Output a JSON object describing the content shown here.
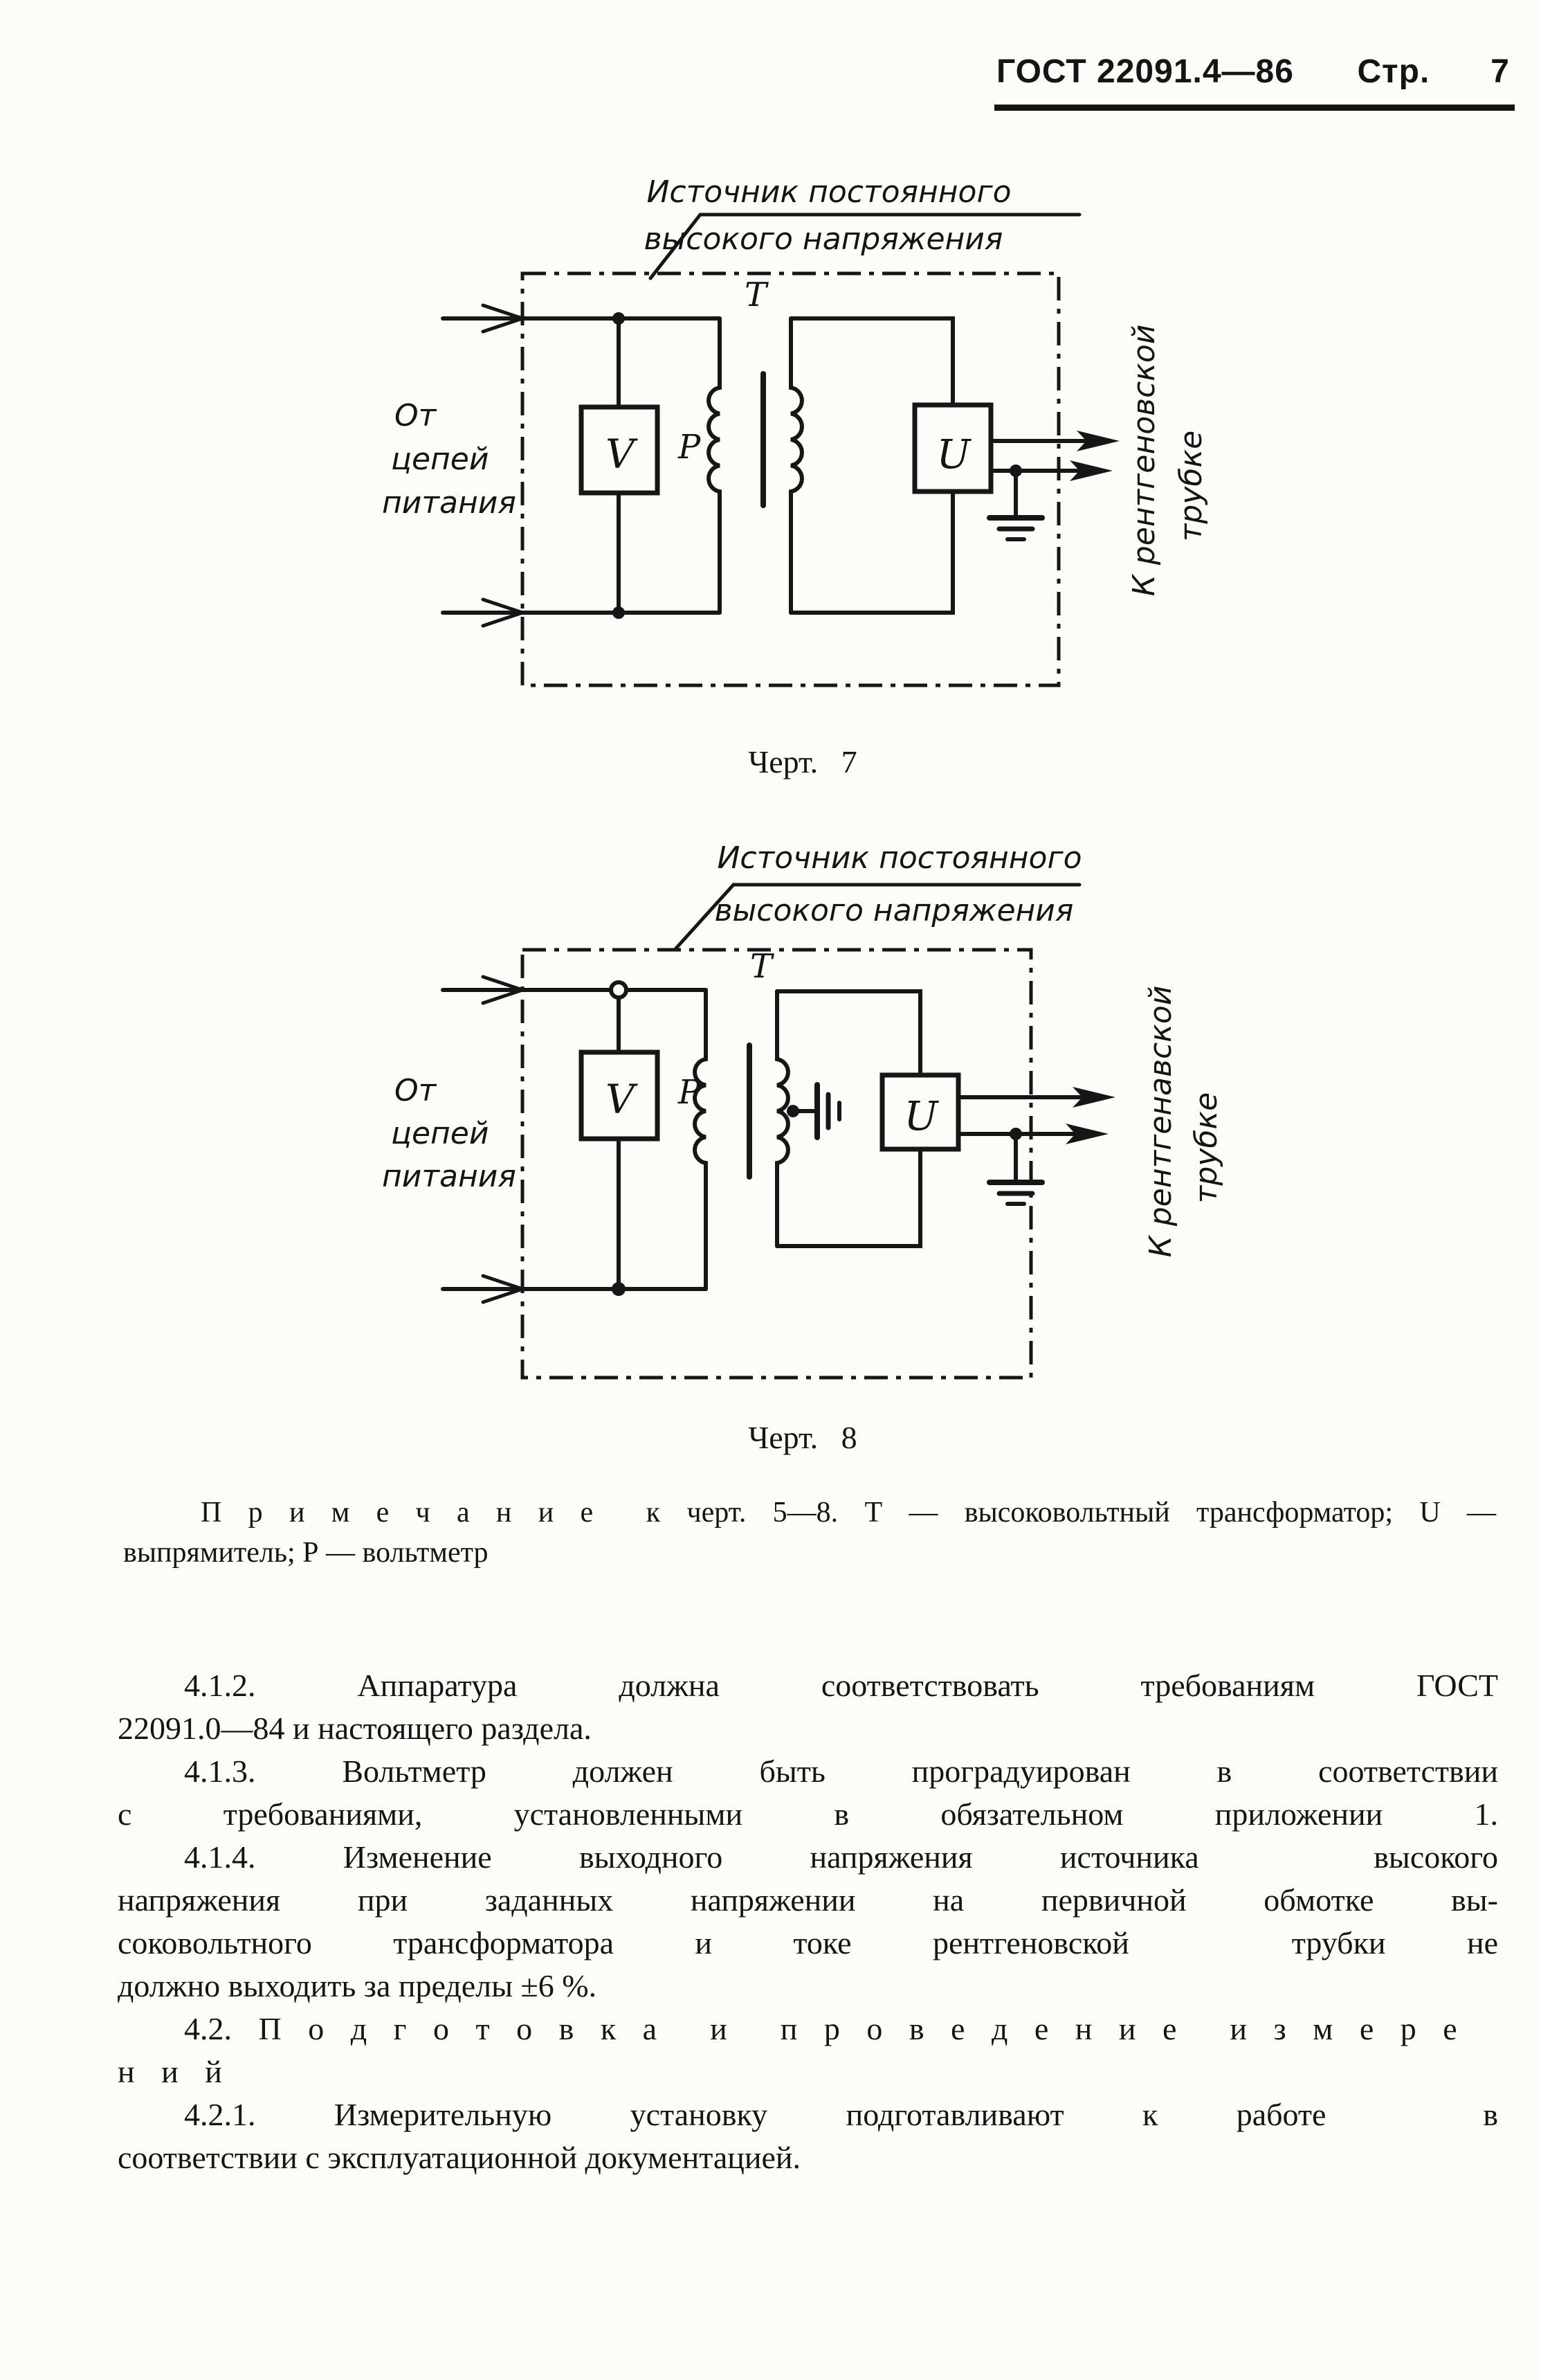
{
  "header": {
    "standard": "ГОСТ 22091.4—86",
    "page_label": "Стр.",
    "page_number": "7"
  },
  "figure7": {
    "source_label_line1": "Источник постоянного",
    "source_label_line2": "высокого напряжения",
    "input_label_line1": "От",
    "input_label_line2": "цепей",
    "input_label_line3": "питания",
    "transformer_ref": "T",
    "voltmeter": "V",
    "voltmeter_ref": "P",
    "rectifier": "U",
    "output_label_line1": "К рентгеновской",
    "output_label_line2": "трубке",
    "caption": "Черт. 7"
  },
  "figure8": {
    "source_label_line1": "Источник постоянного",
    "source_label_line2": "высокого напряжения",
    "input_label_line1": "От",
    "input_label_line2": "цепей",
    "input_label_line3": "питания",
    "transformer_ref": "T",
    "voltmeter": "V",
    "voltmeter_ref": "P",
    "rectifier": "U",
    "output_label_line1": "К рентгенавской",
    "output_label_line2": "трубке",
    "caption": "Черт. 8"
  },
  "note": {
    "line1": "П р и м е ч а н и е  к черт. 5—8. Т — высоковольтный трансформатор; U —",
    "line2": "выпрямитель; Р — вольтметр"
  },
  "body": {
    "lines": [
      {
        "text": "4.1.2. Аппаратура должна соответствовать требованиям ГОСТ",
        "indent": true,
        "justify": true
      },
      {
        "text": "22091.0—84 и настоящего раздела."
      },
      {
        "text": "4.1.3. Вольтметр должен быть проградуирован в соответствии",
        "indent": true,
        "justify": true
      },
      {
        "text": "с требованиями, установленными в обязательном приложении 1.",
        "justify": true
      },
      {
        "text": "4.1.4. Изменение выходного напряжения источника  высокого",
        "indent": true,
        "justify": true
      },
      {
        "text": "напряжения при заданных напряжении на первичной обмотке вы-",
        "justify": true
      },
      {
        "text": "соковольтного трансформатора и токе рентгеновской  трубки не",
        "justify": true
      },
      {
        "text": "должно выходить за пределы ±6 %."
      },
      {
        "text": "4.2. П о д г о т о в к а  и  п р о в е д е н и е  и з м е р е н и й",
        "indent": true,
        "spaced": true
      },
      {
        "text": "4.2.1. Измерительную установку подготавливают к работе  в",
        "indent": true,
        "justify": true
      },
      {
        "text": "соответствии с эксплуатационной документацией."
      }
    ]
  }
}
